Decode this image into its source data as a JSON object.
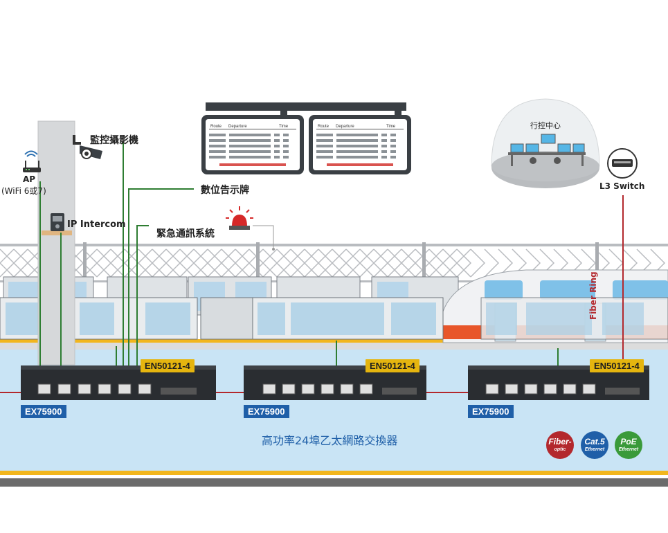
{
  "labels": {
    "camera": "監控攝影機",
    "ap_line1": "AP",
    "ap_line2": "(WiFi 6或7)",
    "intercom": "IP Intercom",
    "display": "數位告示牌",
    "emergency": "緊急通訊系統",
    "control_center": "行控中心",
    "l3_switch": "L3 Switch",
    "fiber_ring": "Fiber Ring",
    "main_caption": "高功率24埠乙太網路交換器"
  },
  "board": {
    "col_route": "Route",
    "col_departure": "Departure",
    "col_time": "Time"
  },
  "switches": [
    {
      "model": "EX75900",
      "cert": "EN50121-4"
    },
    {
      "model": "EX75900",
      "cert": "EN50121-4"
    },
    {
      "model": "EX75900",
      "cert": "EN50121-4"
    }
  ],
  "badges": [
    {
      "line1": "Fiber-",
      "line2": "optic",
      "color": "#b3282d"
    },
    {
      "line1": "Cat.5",
      "line2": "Ethernet",
      "color": "#1f5fa8"
    },
    {
      "line1": "PoE",
      "line2": "Ethernet",
      "color": "#3a9a3a"
    }
  ],
  "colors": {
    "platform": "#c9e4f5",
    "stripe_yellow": "#f2b61d",
    "fiber_red": "#b3282d",
    "ethernet_green": "#2e7d32",
    "cert_yellow": "#e5b50f",
    "model_blue": "#1f5fa8"
  }
}
